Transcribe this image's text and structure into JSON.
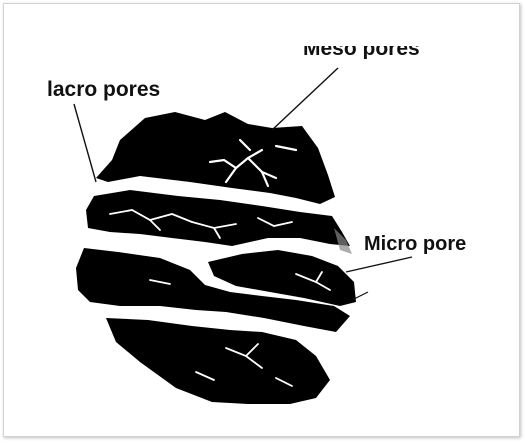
{
  "labels": {
    "macro": "lacro pores",
    "meso": "Meso pores",
    "micro": "Micro pore"
  }
}
